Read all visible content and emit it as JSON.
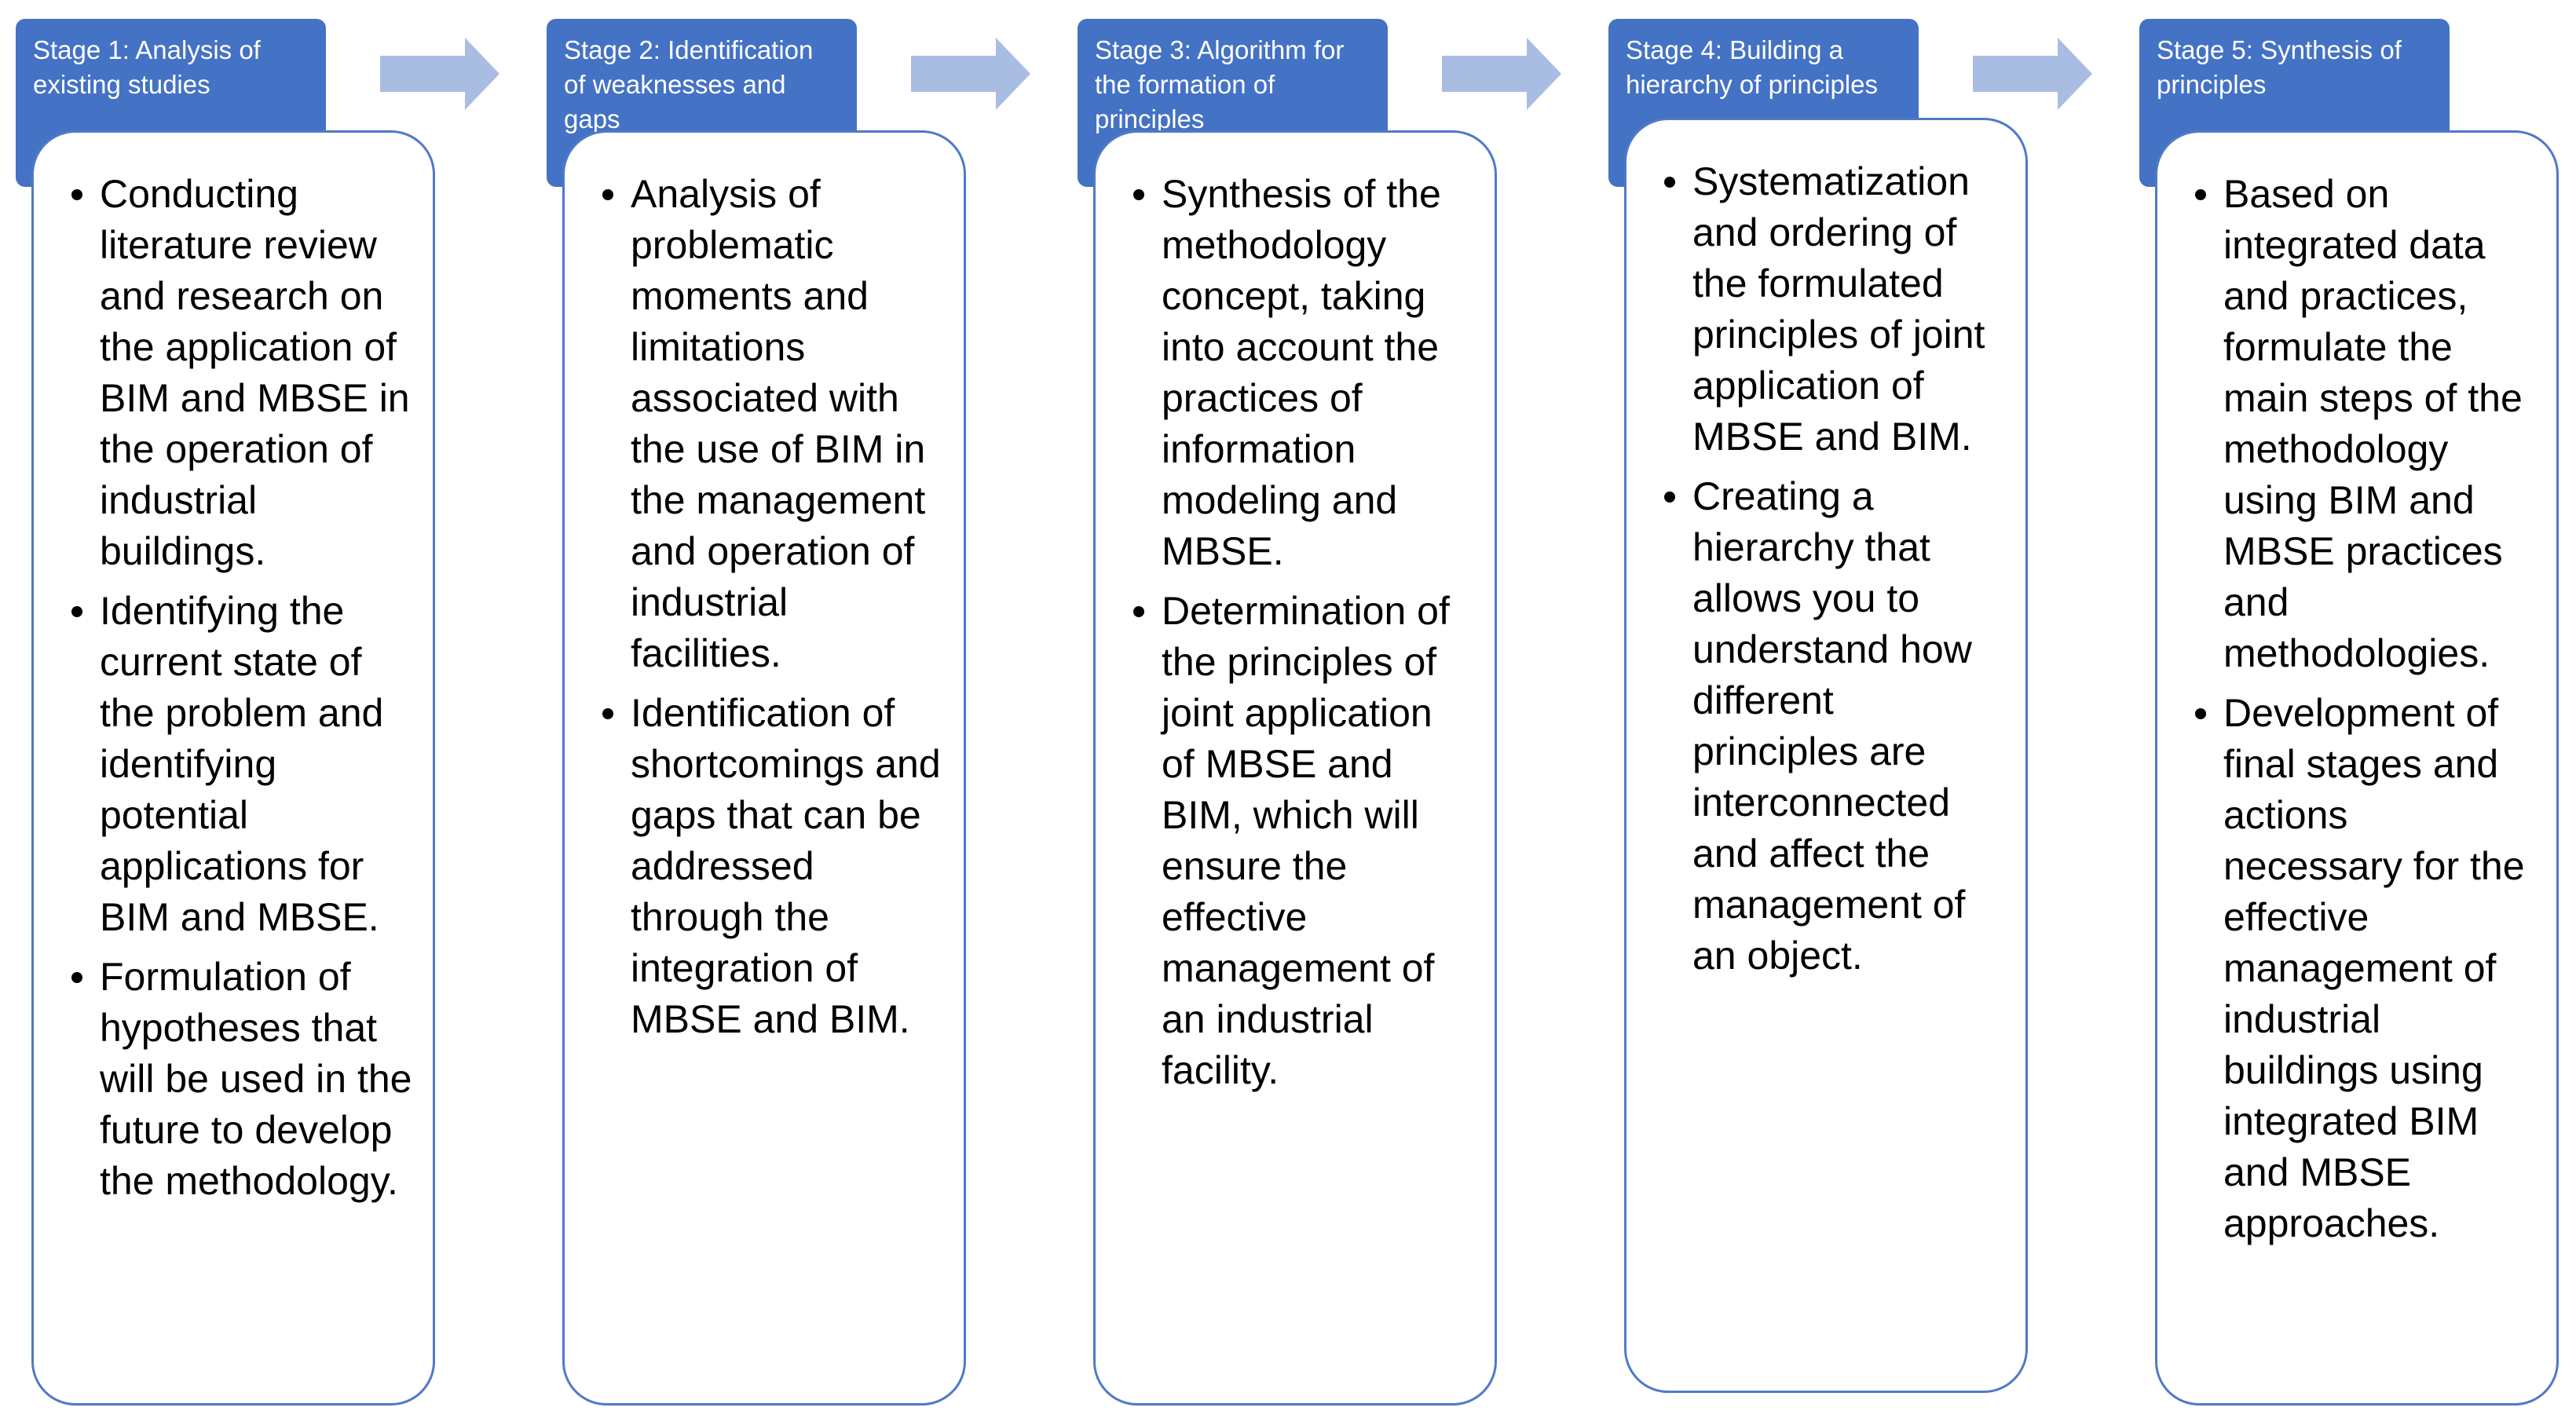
{
  "colors": {
    "header_fill": "#4472c4",
    "card_border": "#4f7ac7",
    "arrow_fill": "#a9bde2",
    "header_text": "#ffffff",
    "body_text": "#000000"
  },
  "stages": [
    {
      "title": "Stage 1: Analysis of existing studies",
      "bullets": [
        "Conducting literature review and research on the application of BIM and MBSE in the operation of industrial buildings.",
        "Identifying the current state of the problem and identifying potential applications for BIM and MBSE.",
        "Formulation of hypotheses that will be used in the future to develop the methodology."
      ]
    },
    {
      "title": "Stage 2: Identification of weaknesses and gaps",
      "bullets": [
        "Analysis of problematic moments and limitations associated with the use of BIM in the management and operation of industrial facilities.",
        "Identification of shortcomings and gaps that can be addressed through the integration of MBSE and BIM."
      ]
    },
    {
      "title": "Stage 3: Algorithm for the formation of principles",
      "bullets": [
        "Synthesis of the methodology concept, taking into account the practices of information modeling and MBSE.",
        "Determination of the principles of joint application of MBSE and BIM, which will ensure the effective management of an industrial facility."
      ]
    },
    {
      "title": "Stage 4: Building a hierarchy of principles",
      "bullets": [
        "Systematization and ordering of the formulated principles of joint application of MBSE and BIM.",
        "Creating a hierarchy that allows you to understand how different principles are interconnected and affect the management of an object."
      ]
    },
    {
      "title": "Stage 5: Synthesis of principles",
      "bullets": [
        "Based on integrated data and practices, formulate the main steps of the methodology using BIM and MBSE practices and methodologies.",
        "Development of final stages and actions necessary for the effective management of industrial buildings using integrated BIM and MBSE approaches."
      ]
    }
  ]
}
